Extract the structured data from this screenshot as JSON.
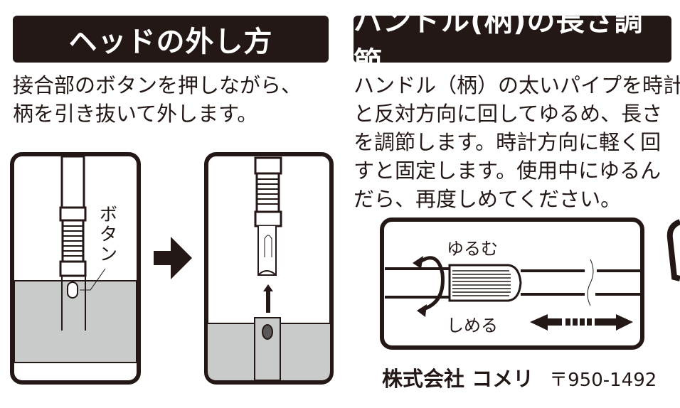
{
  "left": {
    "heading": "ヘッドの外し方",
    "lines": [
      "接合部のボタンを押しながら、",
      "柄を引き抜いて外します。"
    ],
    "button_label": "ボタン"
  },
  "right": {
    "heading": "ハンドル(柄)の長さ調節",
    "lines": [
      "ハンドル（柄）の太いパイプを時計",
      "と反対方向に回してゆるめ、長さ",
      "を調節します。時計方向に軽く回",
      "すと固定します。使用中にゆるん",
      "だら、再度しめてください。"
    ],
    "loosen_label": "ゆるむ",
    "tighten_label": "しめる"
  },
  "footer": {
    "company": "株式会社 コメリ",
    "postal": "〒950-1492"
  },
  "colors": {
    "ink": "#231815",
    "gray": "#c9caca"
  }
}
